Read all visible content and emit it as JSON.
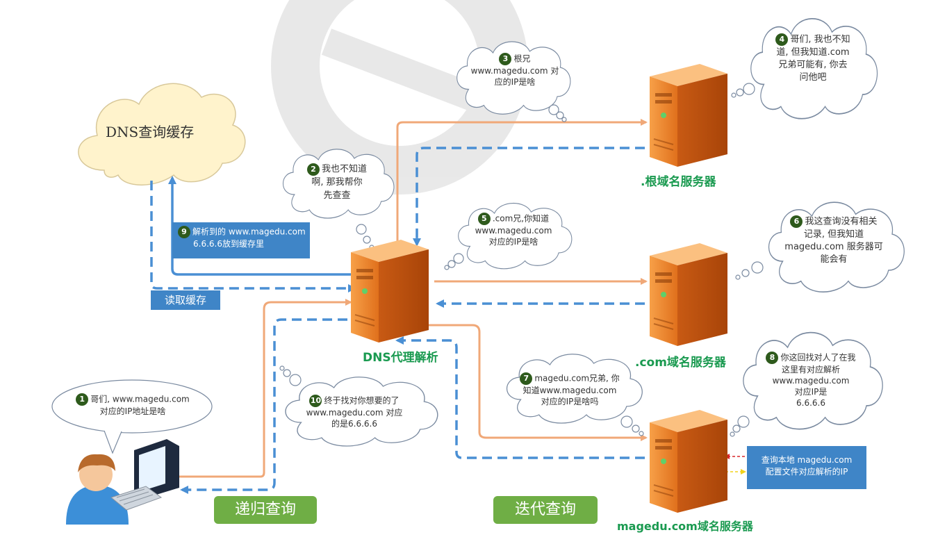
{
  "colors": {
    "request_arrow": "#f0a878",
    "response_arrow": "#4a8fd4",
    "server_orange": "#f08a30",
    "label_green": "#1a9a50",
    "tag_green": "#6fae45",
    "box_blue": "#3f85c7",
    "cache_cloud": "#fff3cc"
  },
  "cache": {
    "label": "DNS查询缓存"
  },
  "servers": {
    "proxy": "DNS代理解析",
    "root": ".根域名服务器",
    "com": ".com域名服务器",
    "magedu": "magedu.com域名服务器"
  },
  "bubbles": {
    "b1": {
      "num": "1",
      "line1": "哥们, www.magedu.com",
      "line2": "对应的IP地址是啥"
    },
    "b2": {
      "num": "2",
      "line1": "我也不知道",
      "line2": "啊, 那我帮你",
      "line3": "先查查"
    },
    "b3": {
      "num": "3",
      "line1": "根兄",
      "line2": "www.magedu.com 对",
      "line3": "应的IP是啥"
    },
    "b4": {
      "num": "4",
      "line1": "哥们, 我也不知",
      "line2": "道, 但我知道.com",
      "line3": "兄弟可能有, 你去",
      "line4": "问他吧"
    },
    "b5": {
      "num": "5",
      "line1": ".com兄,你知道",
      "line2": "www.magedu.com",
      "line3": "对应的IP是啥"
    },
    "b6": {
      "num": "6",
      "line1": "我这查询没有相关",
      "line2": "记录, 但我知道",
      "line3": "magedu.com 服务器可",
      "line4": "能会有"
    },
    "b7": {
      "num": "7",
      "line1": "magedu.com兄弟, 你",
      "line2": "知道www.magedu.com",
      "line3": "对应的IP是啥吗"
    },
    "b8": {
      "num": "8",
      "line1": "你这回找对人了在我",
      "line2": "这里有对应解析",
      "line3": "www.magedu.com",
      "line4": "对应IP是",
      "line5": "6.6.6.6"
    },
    "b10": {
      "num": "10",
      "line1": "终于找对你想要的了",
      "line2": "www.magedu.com 对应",
      "line3": "的是6.6.6.6"
    }
  },
  "notes": {
    "n9": {
      "num": "9",
      "line1": "解析到的 www.magedu.com",
      "line2": "6.6.6.6放到缓存里"
    },
    "read_cache": "读取缓存",
    "local_lookup": {
      "line1": "查询本地 magedu.com",
      "line2": "配置文件对应解析的IP"
    }
  },
  "tags": {
    "recursive": "递归查询",
    "iterative": "迭代查询"
  }
}
